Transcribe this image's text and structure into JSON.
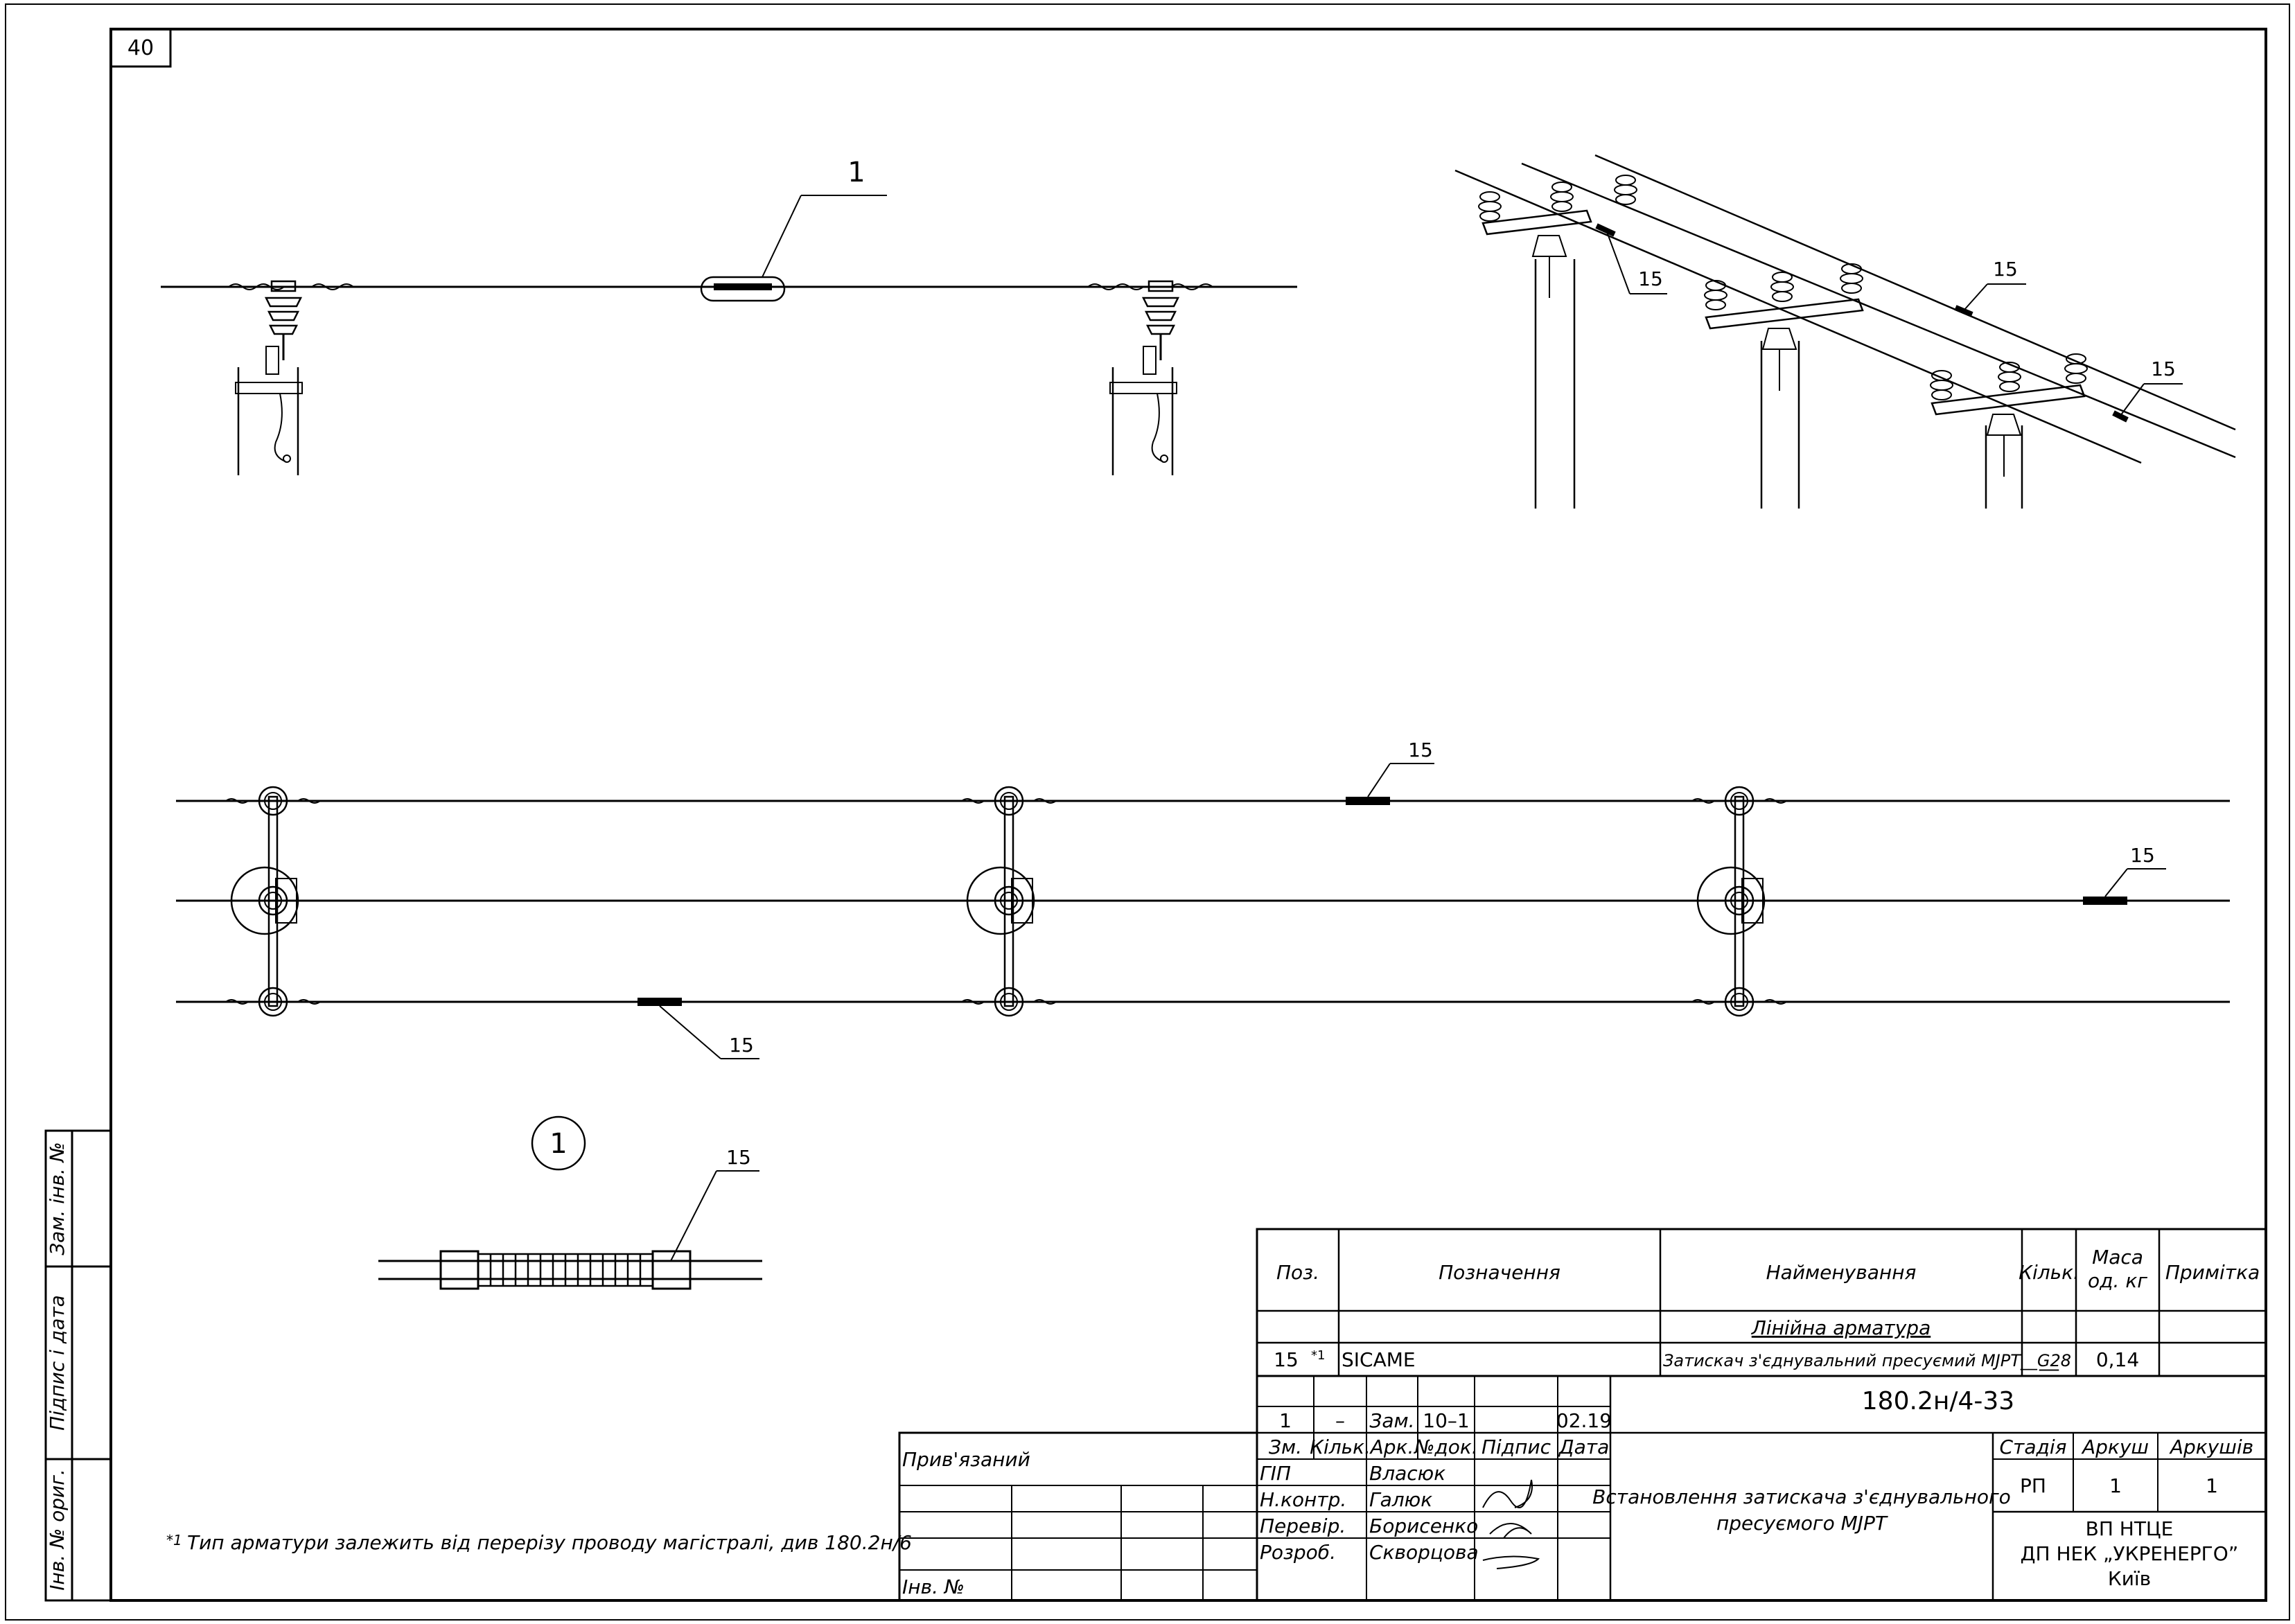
{
  "sheet": {
    "corner_number": "40"
  },
  "callouts": {
    "detail_ref": "1",
    "item": "15"
  },
  "detail": {
    "marker": "1",
    "callout": "15"
  },
  "side_stamps": {
    "zam_inv": "Зам. інв. №",
    "pidpys_data": "Підпис і дата",
    "inv_oryg": "Інв. № ориг."
  },
  "footnote": {
    "mark": "*1",
    "text": "Тип арматури залежить від перерізу проводу магістралі, див 180.2н/6"
  },
  "spec": {
    "headers": {
      "pos": "Поз.",
      "designation": "Позначення",
      "name": "Найменування",
      "qty": "Кільк.",
      "mass_line1": "Маса",
      "mass_line2": "од. кг",
      "note": "Примітка"
    },
    "section": "Лінійна арматура",
    "row": {
      "pos": "15",
      "pos_mark": "*1",
      "designation": "SICAME",
      "name": "Затискач з'єднувальний пресуємий MJPT__G28",
      "qty": "__",
      "mass": "0,14",
      "note": ""
    }
  },
  "title_block": {
    "rev_row": {
      "zm": "1",
      "kilk": "–",
      "ark": "Зам.",
      "ndok": "10–1",
      "pidpys": "",
      "data": "02.19"
    },
    "rev_headers": {
      "zm": "Зм.",
      "kilk": "Кільк.",
      "ark": "Арк.",
      "ndok": "№док.",
      "pidpys": "Підпис",
      "data": "Дата"
    },
    "people": [
      {
        "role": "ГІП",
        "name": "Власюк"
      },
      {
        "role": "Н.контр.",
        "name": "Галюк"
      },
      {
        "role": "Перевір.",
        "name": "Борисенко"
      },
      {
        "role": "Розроб.",
        "name": "Скворцова"
      }
    ],
    "doc_code": "180.2н/4-33",
    "title_line1": "Встановлення затискача з'єднувального",
    "title_line2": "пресуємого MJPT",
    "stage_label": "Стадія",
    "sheet_label": "Аркуш",
    "sheets_label": "Аркушів",
    "stage": "РП",
    "sheet": "1",
    "sheets": "1",
    "org_line1": "ВП НТЦЕ",
    "org_line2": "ДП НЕК „УКРЕНЕРГО”",
    "org_line3": "Київ",
    "pryviazanyi": "Прив'язаний",
    "inv_no": "Інв. №"
  }
}
